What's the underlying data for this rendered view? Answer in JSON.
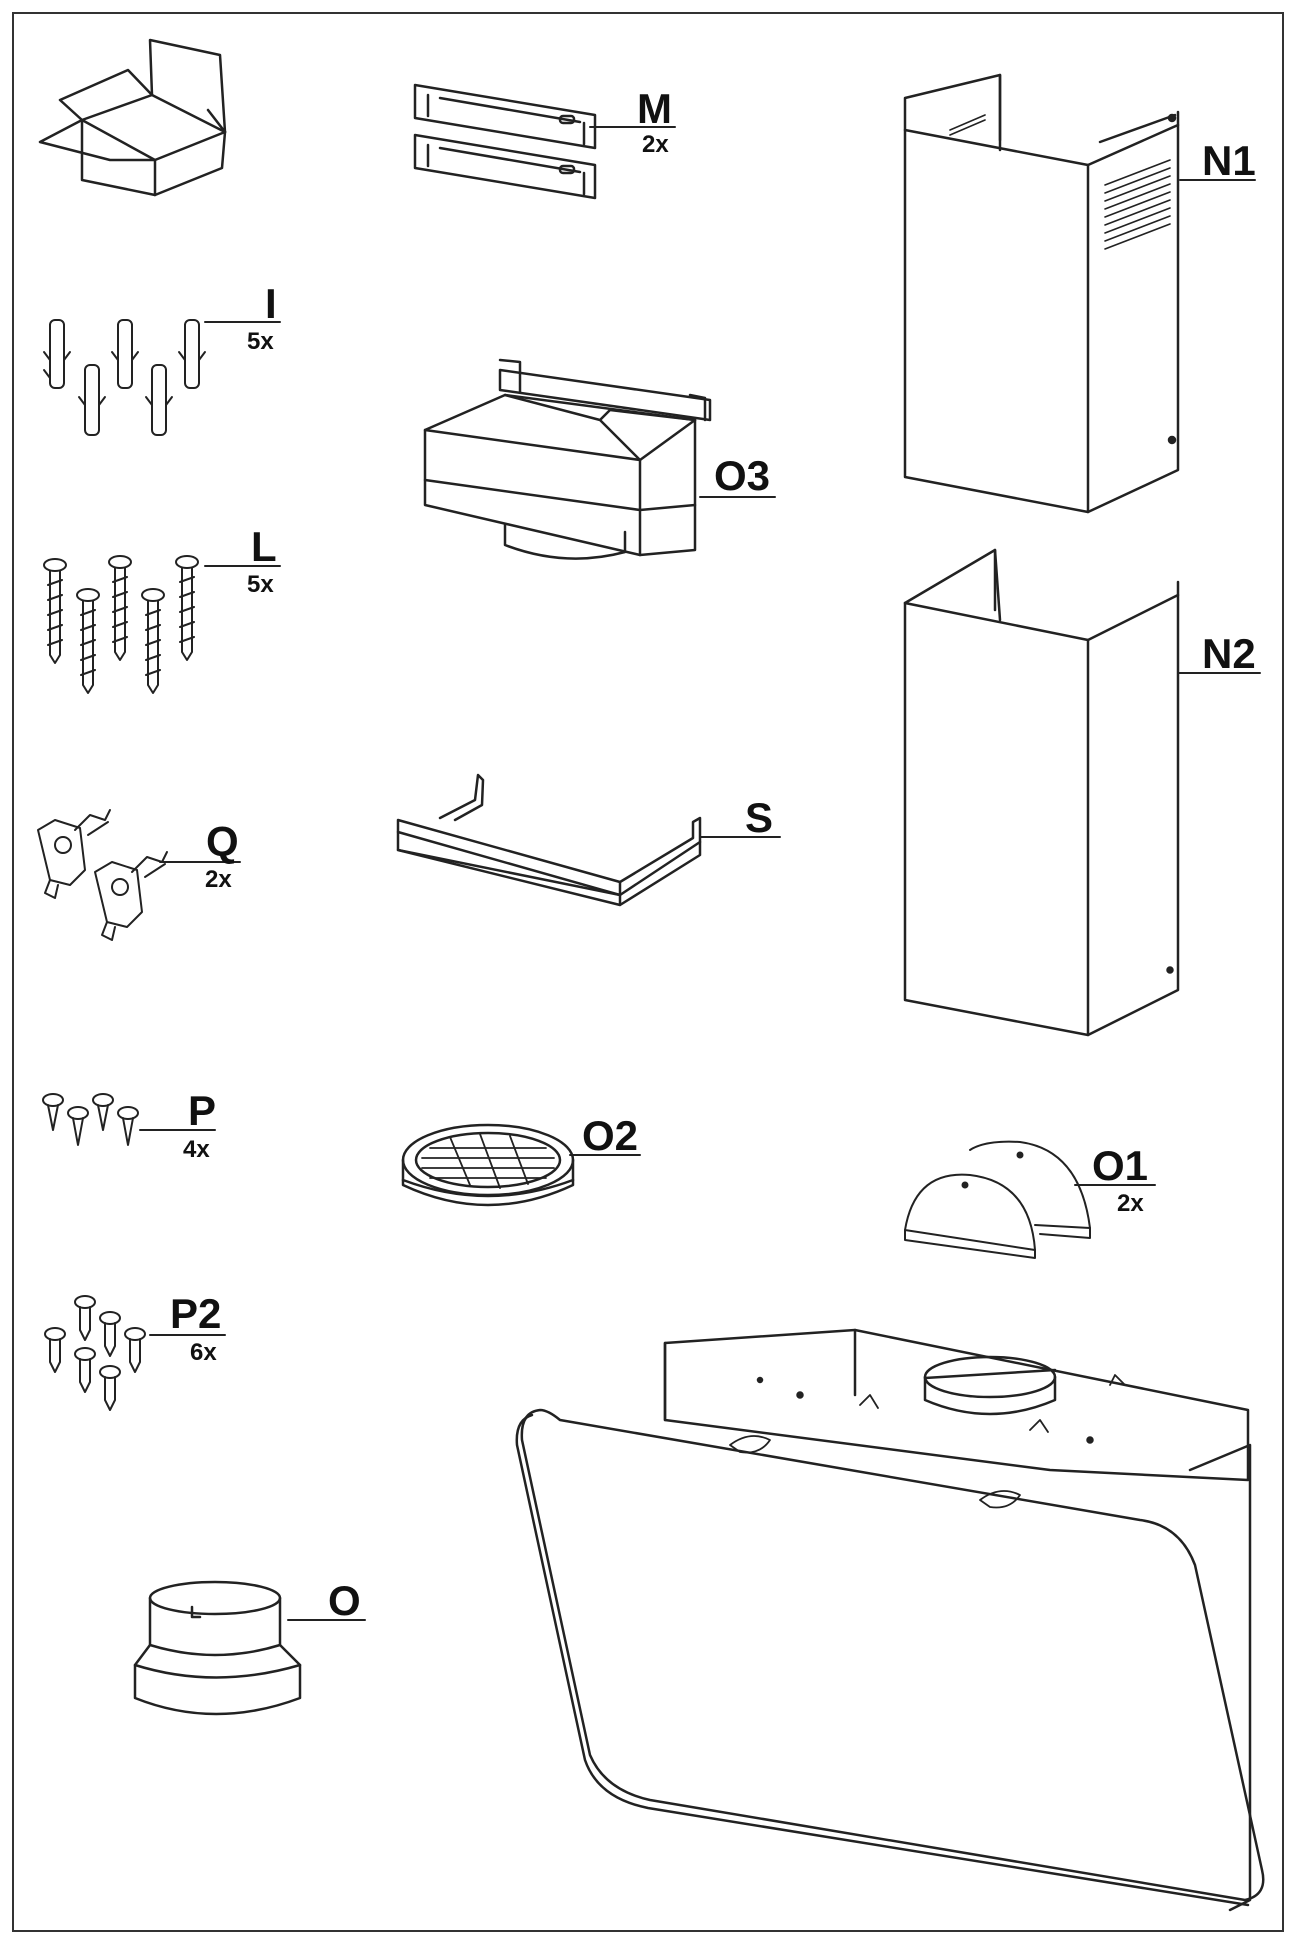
{
  "parts": {
    "M": {
      "code": "M",
      "qty": "2x"
    },
    "N1": {
      "code": "N1"
    },
    "I": {
      "code": "I",
      "qty": "5x"
    },
    "O3": {
      "code": "O3"
    },
    "L": {
      "code": "L",
      "qty": "5x"
    },
    "N2": {
      "code": "N2"
    },
    "S": {
      "code": "S"
    },
    "Q": {
      "code": "Q",
      "qty": "2x"
    },
    "P": {
      "code": "P",
      "qty": "4x"
    },
    "O2": {
      "code": "O2"
    },
    "O1": {
      "code": "O1",
      "qty": "2x"
    },
    "P2": {
      "code": "P2",
      "qty": "6x"
    },
    "O": {
      "code": "O"
    }
  },
  "colors": {
    "ink": "#222222",
    "paper": "#ffffff"
  }
}
